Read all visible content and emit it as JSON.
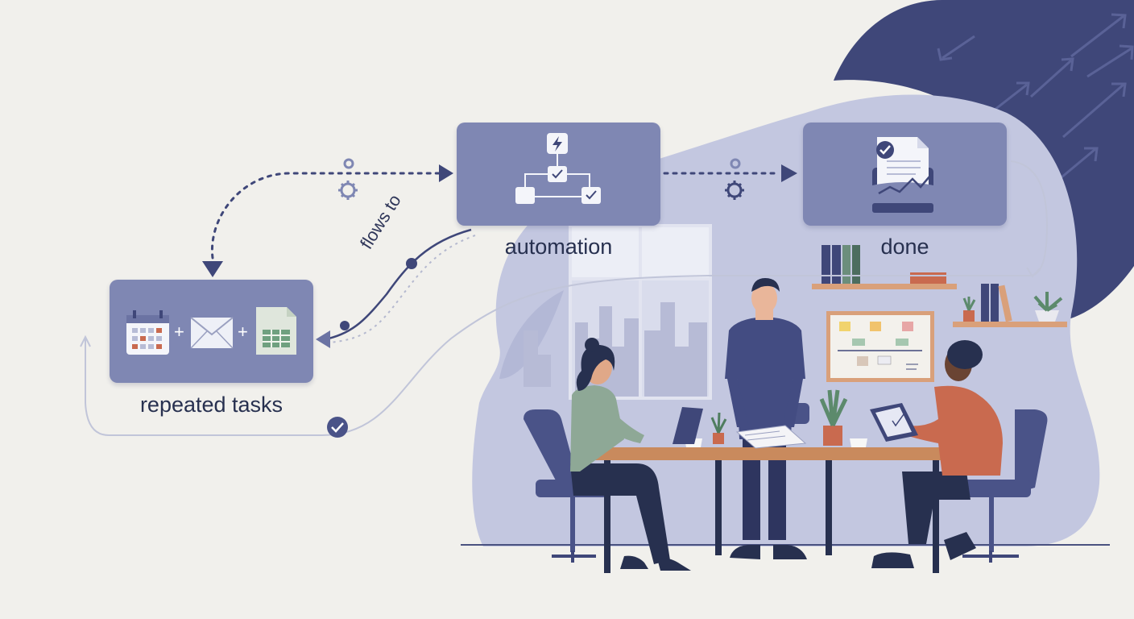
{
  "nodes": {
    "repeated": {
      "label": "repeated tasks",
      "icons": [
        "calendar-icon",
        "mail-icon",
        "spreadsheet-icon"
      ],
      "join_symbol": "+"
    },
    "automation": {
      "label": "automation",
      "icons": [
        "lightning-icon",
        "workflow-icon"
      ]
    },
    "done": {
      "label": "done",
      "icons": [
        "checked-document-icon",
        "growth-chart-icon"
      ]
    }
  },
  "connector": {
    "label": "flows to"
  },
  "colors": {
    "background": "#f1f0ec",
    "node_fill": "#7f87b3",
    "navy": "#3f4779",
    "label_text": "#27304f",
    "scene_lavender": "#c3c7e0"
  },
  "scene": {
    "people": [
      "woman-with-laptop",
      "man-with-papers",
      "man-with-tablet"
    ],
    "objects": [
      "meeting-table",
      "chairs",
      "binders-shelf",
      "plant-shelf",
      "corkboard",
      "window"
    ]
  }
}
